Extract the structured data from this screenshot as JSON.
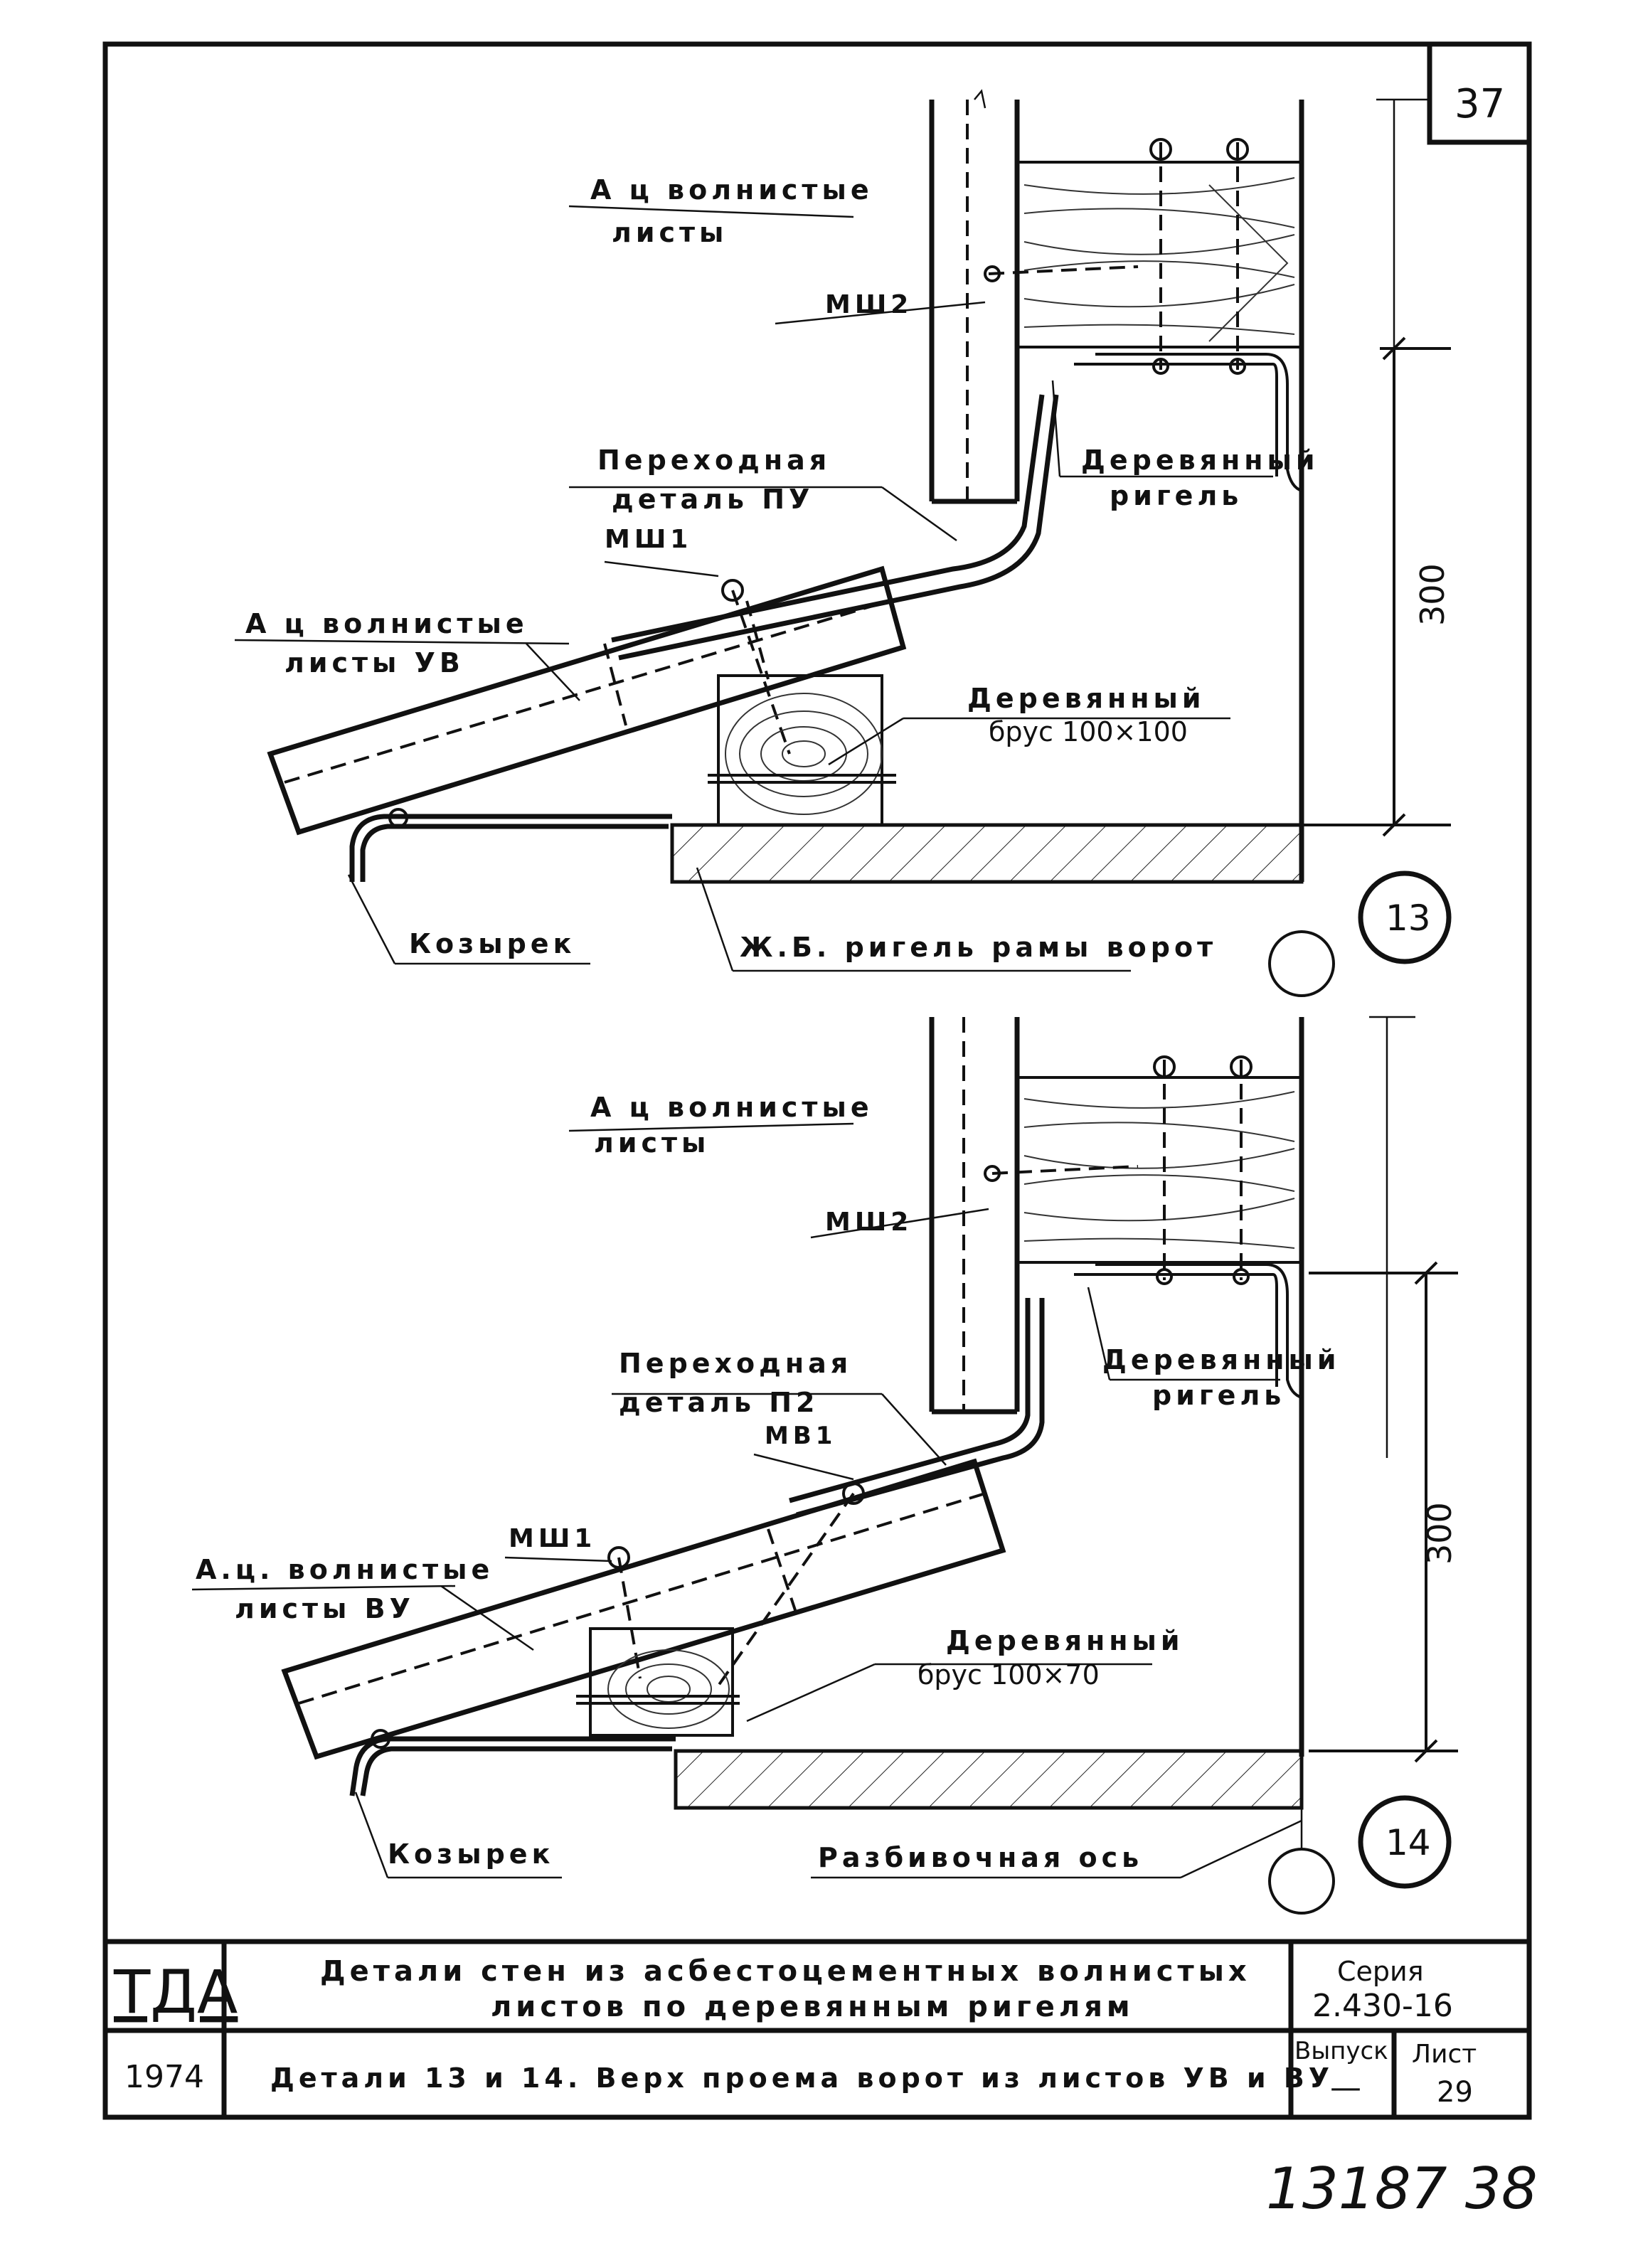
{
  "sheet_number": "37",
  "detail13": {
    "marker": "13",
    "labels": {
      "sheets_top_1": "А ц волнистые",
      "sheets_top_2": "листы",
      "mw2": "МШ2",
      "transition_1": "Переходная",
      "transition_2": "деталь ПУ",
      "wood_beam_1": "Деревянный",
      "wood_beam_2": "ригель",
      "mw1": "МШ1",
      "sheets_uv_1": "А ц волнистые",
      "sheets_uv_2": "листы УВ",
      "timber_1": "Деревянный",
      "timber_2": "брус 100×100",
      "canopy": "Козырек",
      "rc_beam": "Ж.Б. ригель рамы ворот",
      "dim": "300"
    }
  },
  "detail14": {
    "marker": "14",
    "labels": {
      "sheets_top_1": "А ц волнистые",
      "sheets_top_2": "листы",
      "mw2": "МШ2",
      "transition_1": "Переходная",
      "transition_2": "деталь П2",
      "mb1": "МВ1",
      "wood_beam_1": "Деревянный",
      "wood_beam_2": "ригель",
      "mw1": "МШ1",
      "sheets_vu_1": "А.ц. волнистые",
      "sheets_vu_2": "листы ВУ",
      "timber_1": "Деревянный",
      "timber_2": "брус 100×70",
      "canopy": "Козырек",
      "axis": "Разбивочная ось",
      "dim": "300"
    }
  },
  "title_block": {
    "logo": "ТДА",
    "title_1": "Детали стен из асбестоцементных волнистых",
    "title_2": "листов по деревянным ригелям",
    "series_label": "Серия",
    "series_value": "2.430-16",
    "year": "1974",
    "subtitle": "Детали 13 и 14. Верх проема ворот из листов УВ и ВУ",
    "issue_label": "Выпуск",
    "issue_value": "—",
    "sheet_label": "Лист",
    "sheet_value": "29"
  },
  "handwritten": "13187  38"
}
